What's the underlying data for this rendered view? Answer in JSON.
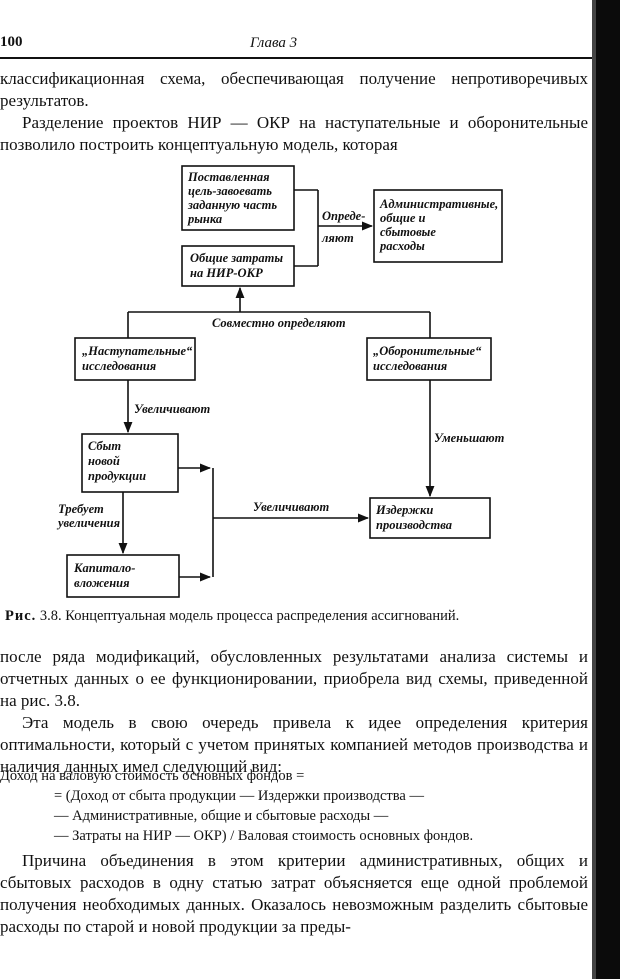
{
  "header": {
    "page_number": "100",
    "running_title": "Глава 3"
  },
  "intro_paragraphs": [
    "классификационная схема, обеспечивающая получение непротиворечивых результатов.",
    "Разделение проектов НИР — ОКР на наступательные и оборонительные позволило построить концептуальную модель, которая"
  ],
  "diagram": {
    "boxes": {
      "market_goal": [
        "Поставленная",
        "цель-завоевать",
        "заданную часть",
        "рынка"
      ],
      "total_costs": [
        "Общие затраты",
        "на НИР-ОКР"
      ],
      "admin_costs": [
        "Административные,",
        "общие и",
        "сбытовые",
        "расходы"
      ],
      "offensive": [
        "„Наступательные“",
        "исследования"
      ],
      "defensive": [
        "„Оборонительные“",
        "исследования"
      ],
      "new_sales": [
        "Сбыт",
        "новой",
        "продукции"
      ],
      "capital": [
        "Капитало-",
        "вложения"
      ],
      "production_costs": [
        "Издержки",
        "производства"
      ]
    },
    "labels": {
      "determine": [
        "Опреде-",
        "ляют"
      ],
      "jointly_determine": "Совместно определяют",
      "increase_1": "Увеличивают",
      "decrease": "Уменьшают",
      "requires_increase": [
        "Требует",
        "увеличения"
      ],
      "increase_2": "Увеличивают"
    }
  },
  "caption": {
    "prefix": "Рис.",
    "text": "3.8. Концептуальная модель процесса распределения ассигнований."
  },
  "body_paragraphs": [
    "после ряда модификаций, обусловленных результатами анализа системы и отчетных данных о ее функционировании, приобрела вид схемы, приведенной на рис. 3.8.",
    "Эта модель в свою очередь привела к идее определения критерия оптимальности, который с учетом принятых компанией методов производства и наличия данных имел следующий вид:"
  ],
  "formula": [
    "Доход на валовую стоимость основных фондов =",
    "= (Доход от сбыта продукции — Издержки производства —",
    "— Административные, общие и сбытовые расходы —",
    "— Затраты на НИР — ОКР) / Валовая стоимость основных фондов."
  ],
  "closing_paragraph": "Причина объединения в этом критерии административных, общих и сбытовых расходов в одну статью затрат объясняется еще одной проблемой получения необходимых данных. Оказалось невозможным разделить сбытовые расходы по старой и новой продукции за преды-"
}
